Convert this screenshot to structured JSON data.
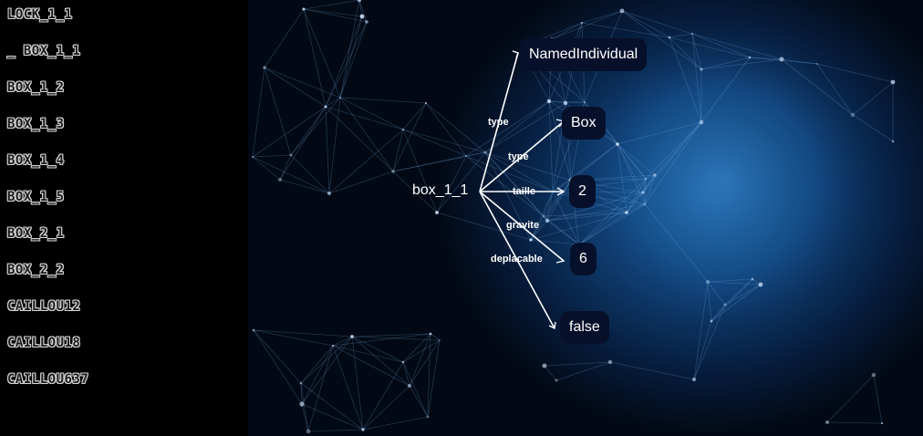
{
  "sidebar": {
    "items": [
      {
        "label": "LOCK_1_1"
      },
      {
        "label": "_ BOX_1_1"
      },
      {
        "label": "BOX_1_2"
      },
      {
        "label": "BOX_1_3"
      },
      {
        "label": "BOX_1_4"
      },
      {
        "label": "BOX_1_5"
      },
      {
        "label": "BOX_2_1"
      },
      {
        "label": "BOX_2_2"
      },
      {
        "label": "CAILLOU12"
      },
      {
        "label": "CAILLOU18"
      },
      {
        "label": "CAILLOU637"
      }
    ]
  },
  "graph": {
    "center": "box_1_1",
    "targets": [
      {
        "label": "NamedIndividual",
        "edge": "type"
      },
      {
        "label": "Box",
        "edge": "type"
      },
      {
        "label": "2",
        "edge": "taille"
      },
      {
        "label": "6",
        "edge": "gravite"
      },
      {
        "label": "false",
        "edge": "deplacable"
      }
    ]
  },
  "colors": {
    "node_bg": "#07102a",
    "edge": "#ffffff",
    "globe": "#1a5d9c",
    "sidebar_bg": "#000000"
  }
}
